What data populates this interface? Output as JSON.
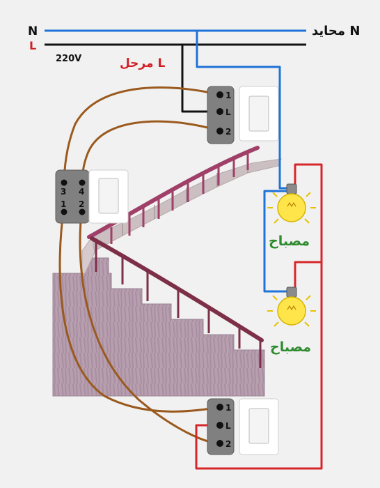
{
  "lines": {
    "neutral_letter": "N",
    "neutral_label": "محايد N",
    "live_letter": "L",
    "live_label": "مرحل L",
    "voltage": "220V"
  },
  "lamps": [
    {
      "label": "مصباح"
    },
    {
      "label": "مصباح"
    }
  ],
  "switches": {
    "top": {
      "terminals": [
        "1",
        "L",
        "2"
      ]
    },
    "middle": {
      "terminals": [
        "3",
        "4",
        "1",
        "2"
      ]
    },
    "bottom": {
      "terminals": [
        "1",
        "L",
        "2"
      ]
    }
  },
  "colors": {
    "neutral": "#1e73d8",
    "live": "#111111",
    "traveler": "#9a5a1e",
    "lamp_feed": "#d7262b",
    "lamp_label": "#2e8b2e",
    "live_label": "#d21f26"
  }
}
